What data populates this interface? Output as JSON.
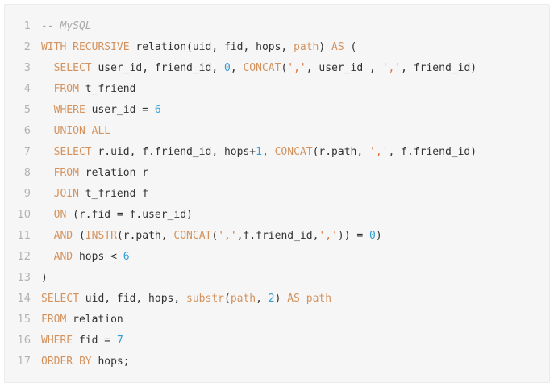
{
  "editor": {
    "language_comment": "-- MySQL",
    "lines": [
      {
        "n": "1",
        "tokens": [
          {
            "t": "-- MySQL",
            "k": "cm"
          }
        ]
      },
      {
        "n": "2",
        "tokens": [
          {
            "t": "WITH RECURSIVE",
            "k": "kw"
          },
          {
            "t": " relation(uid, fid, hops, ",
            "k": "id"
          },
          {
            "t": "path",
            "k": "kw"
          },
          {
            "t": ") ",
            "k": "id"
          },
          {
            "t": "AS",
            "k": "kw"
          },
          {
            "t": " (",
            "k": "id"
          }
        ]
      },
      {
        "n": "3",
        "tokens": [
          {
            "t": "  ",
            "k": "id"
          },
          {
            "t": "SELECT",
            "k": "kw"
          },
          {
            "t": " user_id, friend_id, ",
            "k": "id"
          },
          {
            "t": "0",
            "k": "num"
          },
          {
            "t": ", ",
            "k": "id"
          },
          {
            "t": "CONCAT",
            "k": "fn"
          },
          {
            "t": "(",
            "k": "id"
          },
          {
            "t": "','",
            "k": "str"
          },
          {
            "t": ", user_id , ",
            "k": "id"
          },
          {
            "t": "','",
            "k": "str"
          },
          {
            "t": ", friend_id)",
            "k": "id"
          }
        ]
      },
      {
        "n": "4",
        "tokens": [
          {
            "t": "  ",
            "k": "id"
          },
          {
            "t": "FROM",
            "k": "kw"
          },
          {
            "t": " t_friend",
            "k": "id"
          }
        ]
      },
      {
        "n": "5",
        "tokens": [
          {
            "t": "  ",
            "k": "id"
          },
          {
            "t": "WHERE",
            "k": "kw"
          },
          {
            "t": " user_id = ",
            "k": "id"
          },
          {
            "t": "6",
            "k": "num"
          }
        ]
      },
      {
        "n": "6",
        "tokens": [
          {
            "t": "  ",
            "k": "id"
          },
          {
            "t": "UNION ALL",
            "k": "kw"
          }
        ]
      },
      {
        "n": "7",
        "tokens": [
          {
            "t": "  ",
            "k": "id"
          },
          {
            "t": "SELECT",
            "k": "kw"
          },
          {
            "t": " r.uid, f.friend_id, hops+",
            "k": "id"
          },
          {
            "t": "1",
            "k": "num"
          },
          {
            "t": ", ",
            "k": "id"
          },
          {
            "t": "CONCAT",
            "k": "fn"
          },
          {
            "t": "(r.path, ",
            "k": "id"
          },
          {
            "t": "','",
            "k": "str"
          },
          {
            "t": ", f.friend_id)",
            "k": "id"
          }
        ]
      },
      {
        "n": "8",
        "tokens": [
          {
            "t": "  ",
            "k": "id"
          },
          {
            "t": "FROM",
            "k": "kw"
          },
          {
            "t": " relation r",
            "k": "id"
          }
        ]
      },
      {
        "n": "9",
        "tokens": [
          {
            "t": "  ",
            "k": "id"
          },
          {
            "t": "JOIN",
            "k": "kw"
          },
          {
            "t": " t_friend f",
            "k": "id"
          }
        ]
      },
      {
        "n": "10",
        "tokens": [
          {
            "t": "  ",
            "k": "id"
          },
          {
            "t": "ON",
            "k": "kw"
          },
          {
            "t": " (r.fid = f.user_id)",
            "k": "id"
          }
        ]
      },
      {
        "n": "11",
        "tokens": [
          {
            "t": "  ",
            "k": "id"
          },
          {
            "t": "AND",
            "k": "kw"
          },
          {
            "t": " (",
            "k": "id"
          },
          {
            "t": "INSTR",
            "k": "fn"
          },
          {
            "t": "(r.path, ",
            "k": "id"
          },
          {
            "t": "CONCAT",
            "k": "fn"
          },
          {
            "t": "(",
            "k": "id"
          },
          {
            "t": "','",
            "k": "str"
          },
          {
            "t": ",f.friend_id,",
            "k": "id"
          },
          {
            "t": "','",
            "k": "str"
          },
          {
            "t": ")) = ",
            "k": "id"
          },
          {
            "t": "0",
            "k": "num"
          },
          {
            "t": ")",
            "k": "id"
          }
        ]
      },
      {
        "n": "12",
        "tokens": [
          {
            "t": "  ",
            "k": "id"
          },
          {
            "t": "AND",
            "k": "kw"
          },
          {
            "t": " hops < ",
            "k": "id"
          },
          {
            "t": "6",
            "k": "num"
          }
        ]
      },
      {
        "n": "13",
        "tokens": [
          {
            "t": ")",
            "k": "id"
          }
        ]
      },
      {
        "n": "14",
        "tokens": [
          {
            "t": "SELECT",
            "k": "kw"
          },
          {
            "t": " uid, fid, hops, ",
            "k": "id"
          },
          {
            "t": "substr",
            "k": "fn"
          },
          {
            "t": "(",
            "k": "id"
          },
          {
            "t": "path",
            "k": "kw"
          },
          {
            "t": ", ",
            "k": "id"
          },
          {
            "t": "2",
            "k": "num"
          },
          {
            "t": ") ",
            "k": "id"
          },
          {
            "t": "AS",
            "k": "kw"
          },
          {
            "t": " ",
            "k": "id"
          },
          {
            "t": "path",
            "k": "kw"
          }
        ]
      },
      {
        "n": "15",
        "tokens": [
          {
            "t": "FROM",
            "k": "kw"
          },
          {
            "t": " relation",
            "k": "id"
          }
        ]
      },
      {
        "n": "16",
        "tokens": [
          {
            "t": "WHERE",
            "k": "kw"
          },
          {
            "t": " fid = ",
            "k": "id"
          },
          {
            "t": "7",
            "k": "num"
          }
        ]
      },
      {
        "n": "17",
        "tokens": [
          {
            "t": "ORDER BY",
            "k": "kw"
          },
          {
            "t": " hops;",
            "k": "id"
          }
        ]
      }
    ]
  },
  "colors": {
    "background": "#f6f6f6",
    "keyword": "#d4935e",
    "number": "#2f9fd6",
    "string": "#e0733a",
    "comment": "#aaaaaa",
    "text": "#333333",
    "line_number": "#b3b3b3"
  }
}
